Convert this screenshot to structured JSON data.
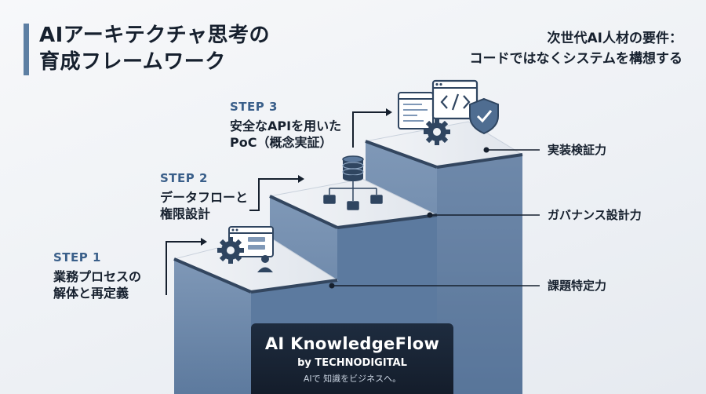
{
  "title": {
    "line1": "AIアーキテクチャ思考の",
    "line2": "育成フレームワーク"
  },
  "subtitle": {
    "line1": "次世代AI人材の要件：",
    "line2": "コードではなくシステムを構想する"
  },
  "steps": [
    {
      "num": "STEP 1",
      "line1": "業務プロセスの",
      "line2": "解体と再定義"
    },
    {
      "num": "STEP 2",
      "line1": "データフローと",
      "line2": "権限設計"
    },
    {
      "num": "STEP 3",
      "line1": "安全なAPIを用いた",
      "line2": "PoC（概念実証）"
    }
  ],
  "skills": [
    "課題特定力",
    "ガバナンス設計力",
    "実装検証力"
  ],
  "brand": {
    "name": "AI KnowledgeFlow",
    "by": "by TECHNODIGITAL",
    "tagline": "AIで 知識をビジネスへ。"
  },
  "icons": {
    "step1": [
      "gear-icon",
      "process-window-icon",
      "person-icon"
    ],
    "step2": [
      "database-icon",
      "data-flow-icon"
    ],
    "step3": [
      "browser-window-icon",
      "code-window-icon",
      "gear-icon",
      "shield-check-icon"
    ]
  },
  "colors": {
    "accent": "#5d7fa3",
    "stair_front": "#6a87aa",
    "stair_top": "#eef1f5",
    "dark": "#16202e",
    "brand_bg": "#1e2c3f"
  }
}
